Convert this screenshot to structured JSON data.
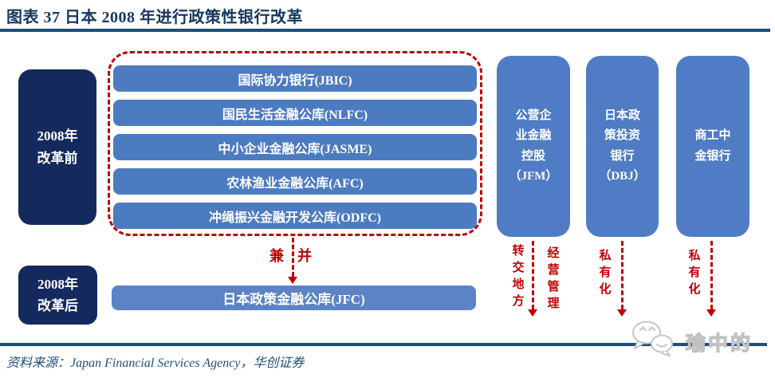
{
  "title": "图表 37 日本 2008 年进行政策性银行改革",
  "colors": {
    "title_navy": "#17375E",
    "rule_navy": "#1F4E79",
    "badge_navy": "#142A5F",
    "bank_bar_blue": "#4C7BC0",
    "jfc_bar_blue": "#5B83C6",
    "entity_column_blue": "#4F7CC4",
    "accent_red": "#C00000"
  },
  "left_badges": {
    "before_label": "2008年\n改革前",
    "after_label": "2008年\n改革后"
  },
  "pre_reform_banks": [
    "国际协力银行(JBIC)",
    "国民生活金融公库(NLFC)",
    "中小企业金融公库(JASME)",
    "农林渔业金融公库(AFC)",
    "冲绳振兴金融开发公库(ODFC)"
  ],
  "merge": {
    "left_char": "兼",
    "right_char": "并"
  },
  "post_reform_bank": "日本政策金融公库(JFC)",
  "independent_entities": [
    {
      "label": "公营企\n业金融\n控股\n（JFM）",
      "transition_left": "转交地方",
      "transition_right": "经营管理"
    },
    {
      "label": "日本政\n策投资\n银行\n（DBJ）",
      "transition": "私有化"
    },
    {
      "label": "商工中\n金银行",
      "transition": "私有化"
    }
  ],
  "source": "资料来源：Japan Financial Services Agency，华创证券",
  "watermark": "瑜中的"
}
